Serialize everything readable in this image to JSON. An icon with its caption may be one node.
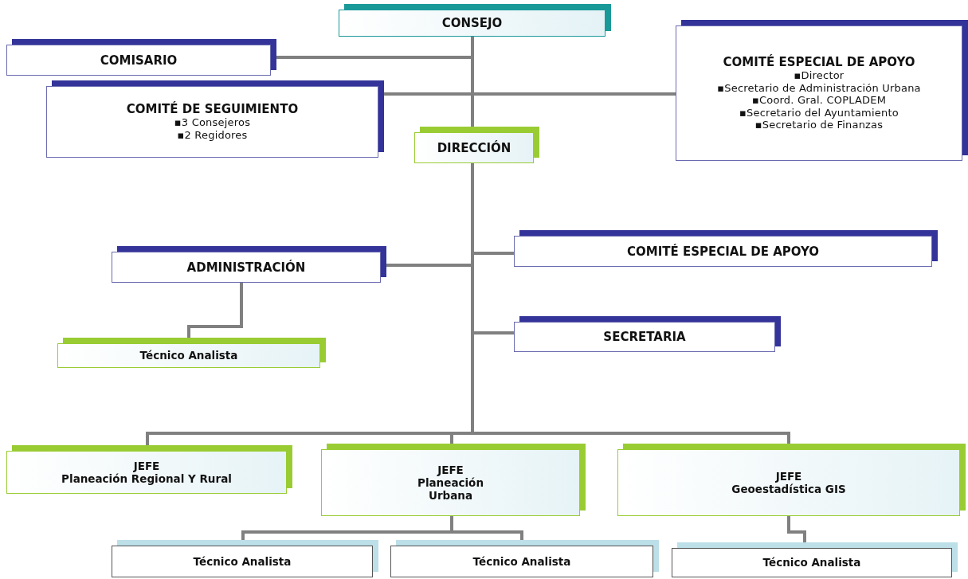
{
  "diagram": {
    "nodes": [
      {
        "text": [
          "CONSEJO"
        ]
      },
      {
        "text": [
          "COMISARIO"
        ]
      },
      {
        "text": [
          "COMITÉ DE SEGUIMIENTO",
          "▪3 Consejeros",
          "▪2 Regidores"
        ]
      },
      {
        "text": [
          "COMITÉ ESPECIAL DE APOYO",
          "▪Director",
          "▪Secretario de Administración Urbana",
          "▪Coord. Gral. COPLADEM",
          "▪Secretario del Ayuntamiento",
          "▪Secretario de Finanzas"
        ]
      },
      {
        "text": [
          "DIRECCIÓN"
        ]
      },
      {
        "text": [
          "ADMINISTRACIÓN"
        ]
      },
      {
        "text": [
          "COMITÉ ESPECIAL DE APOYO"
        ]
      },
      {
        "text": [
          "Técnico Analista"
        ]
      },
      {
        "text": [
          "SECRETARIA"
        ]
      },
      {
        "text": [
          "JEFE",
          "Planeación Regional Y Rural"
        ]
      },
      {
        "text": [
          "JEFE",
          "Planeación Urbana"
        ]
      },
      {
        "text": [
          "JEFE",
          "Geoestadística GIS"
        ]
      },
      {
        "text": [
          "Técnico Analista"
        ]
      },
      {
        "text": [
          "Técnico Analista"
        ]
      },
      {
        "text": [
          "Técnico Analista"
        ]
      }
    ],
    "edges": [
      {
        "from": 0,
        "to": 1,
        "arrow": "none"
      },
      {
        "from": 0,
        "to": 2,
        "arrow": "none"
      },
      {
        "from": 0,
        "to": 3,
        "arrow": "none"
      },
      {
        "from": 0,
        "to": 4,
        "arrow": "none"
      },
      {
        "from": 4,
        "to": 5,
        "arrow": "none"
      },
      {
        "from": 4,
        "to": 6,
        "arrow": "none"
      },
      {
        "from": 4,
        "to": 8,
        "arrow": "none"
      },
      {
        "from": 4,
        "to": 9,
        "arrow": "none"
      },
      {
        "from": 4,
        "to": 10,
        "arrow": "none"
      },
      {
        "from": 4,
        "to": 11,
        "arrow": "none"
      },
      {
        "from": 5,
        "to": 7,
        "arrow": "none"
      },
      {
        "from": 10,
        "to": 12,
        "arrow": "none"
      },
      {
        "from": 10,
        "to": 13,
        "arrow": "none"
      },
      {
        "from": 11,
        "to": 14,
        "arrow": "none"
      }
    ]
  }
}
